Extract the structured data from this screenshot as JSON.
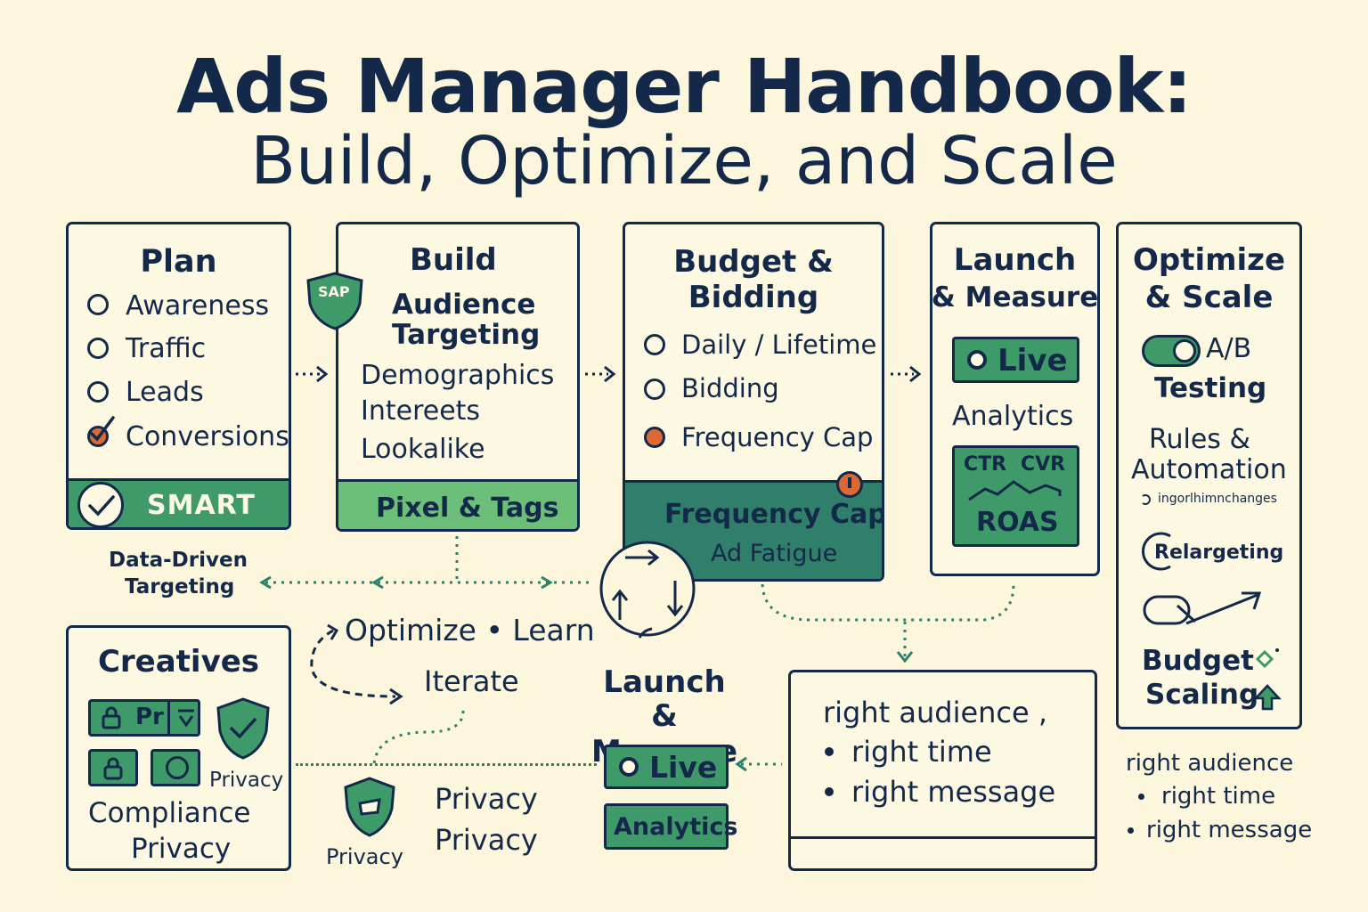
{
  "title": {
    "line1": "Ads Manager Handbook:",
    "line2": "Build, Optimize, and Scale"
  },
  "plan": {
    "heading": "Plan",
    "options": [
      {
        "label": "Awareness",
        "state": "empty"
      },
      {
        "label": "Traffic",
        "state": "empty"
      },
      {
        "label": "Leads",
        "state": "empty"
      },
      {
        "label": "Conversions",
        "state": "checked"
      }
    ],
    "footer": "SMART"
  },
  "build": {
    "heading": "Build",
    "badge": "SAP",
    "subheading": [
      "Audience",
      "Targeting"
    ],
    "items": [
      "Demographics",
      "Intereets",
      "Lookalike"
    ],
    "footer": "Pixel & Tags"
  },
  "budget": {
    "heading": [
      "Budget &",
      "Bidding"
    ],
    "options": [
      {
        "label": "Daily / Lifetime",
        "state": "empty"
      },
      {
        "label": "Bidding",
        "state": "empty"
      },
      {
        "label": "Frequency Cap",
        "state": "filled"
      }
    ],
    "footer_title": "Frequency Cap",
    "footer_sub": "Ad Fatigue"
  },
  "launch": {
    "heading": [
      "Launch",
      "& Measure"
    ],
    "live": "Live",
    "analytics": "Analytics",
    "metrics": [
      "CTR",
      "CVR"
    ],
    "roas": "ROAS"
  },
  "optimize": {
    "heading": [
      "Optimize",
      "& Scale"
    ],
    "ab": [
      "A/B",
      "Testing"
    ],
    "rules": [
      "Rules &",
      "Automation"
    ],
    "rules_sub": "ingorlhimnchanges",
    "retargeting": "Relargeting",
    "budget_scaling": [
      "Budget",
      "Scaling"
    ]
  },
  "data_driven": [
    "Data-Driven",
    "Targeting"
  ],
  "loop": {
    "optimize_learn": "Optimize • Learn",
    "iterate": "Iterate"
  },
  "creatives": {
    "heading": "Creatives",
    "toolbar_text": "Pr",
    "privacy_tag": "Privacy",
    "compliance": "Compliance",
    "privacy": "Privacy"
  },
  "privacy_group": {
    "shield_label": "Privacy",
    "lines": [
      "Privacy",
      "Privacy"
    ]
  },
  "launch_bottom": {
    "heading": [
      "Launch",
      "& Measure"
    ],
    "live": "Live",
    "analytics": "Analytics"
  },
  "message_box": {
    "first": "right audience ,",
    "bullets": [
      "right time",
      "right message"
    ]
  },
  "message_side": {
    "first": "right audience",
    "bullets": [
      "right time",
      "right message"
    ]
  },
  "colors": {
    "navy": "#14294a",
    "green": "#3f9a6a",
    "light_green": "#6cbf79",
    "teal": "#2f7f6a",
    "orange": "#d96a34",
    "cream": "#fbf6dc"
  }
}
